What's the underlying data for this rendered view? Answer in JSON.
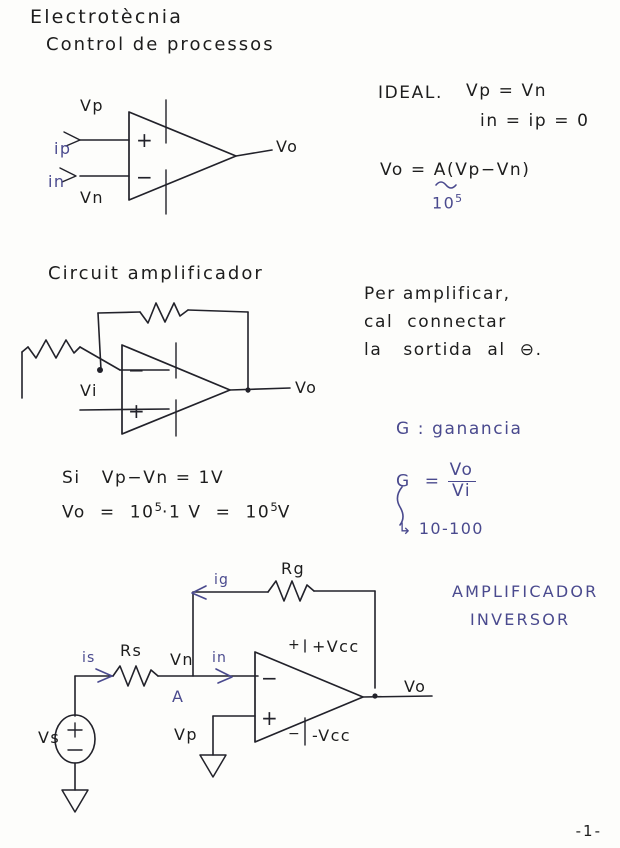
{
  "page": {
    "title": "Electrotècnia",
    "subtitle": "Control de processos",
    "page_number": "-1-",
    "ink_black": "#22222a",
    "ink_blue": "#4a4a8e",
    "paper": "#fdfdfb"
  },
  "diagram1": {
    "caption_vp": "Vp",
    "caption_vn": "Vn",
    "caption_ip": "ip",
    "caption_in": "in",
    "caption_vo": "Vo",
    "plus": "+",
    "minus": "−"
  },
  "notes_ideal": {
    "heading": "IDEAL.",
    "eq1": "Vp = Vn",
    "eq2": "in = ip = 0",
    "eq3_lhs": "Vo = ",
    "eq3_gain": "A",
    "eq3_rhs": "(Vp−Vn)",
    "gain_value_base": "10",
    "gain_value_exp": "5"
  },
  "section2": {
    "heading": "Circuit amplificador",
    "label_vi": "Vi",
    "label_vo": "Vo",
    "plus": "+",
    "minus": "−",
    "eq_si": "Si   Vp−Vn = 1V",
    "eq_vo_lhs": "Vo  =  10",
    "eq_vo_exp1": "5",
    "eq_vo_mid": "·1 V  =  10",
    "eq_vo_exp2": "5",
    "eq_vo_tail": "V"
  },
  "notes_amplify": {
    "line1": "Per amplificar,",
    "line2": "cal  connectar",
    "line3": "la   sortida  al  ⊖."
  },
  "notes_gain": {
    "definition": "G : ganancia",
    "formula_lhs": "G  = ",
    "formula_num": "Vo",
    "formula_den": "Vi",
    "range_arrow": "↳",
    "range": "10-100"
  },
  "diagram3": {
    "title_line1": "AMPLIFICADOR",
    "title_line2": "INVERSOR",
    "label_vs": "Vs",
    "label_is": "is",
    "label_rs": "Rs",
    "label_vn": "Vn",
    "label_in": "in",
    "label_node_a": "A",
    "label_ig": "ig",
    "label_rg": "Rg",
    "label_vp": "Vp",
    "label_vo": "Vo",
    "label_vcc_pos": "+Vcc",
    "label_vcc_neg": "-Vcc",
    "rail_plus": "+",
    "rail_minus": "−",
    "op_plus": "+",
    "op_minus": "−",
    "src_plus": "+",
    "src_minus": "−"
  }
}
